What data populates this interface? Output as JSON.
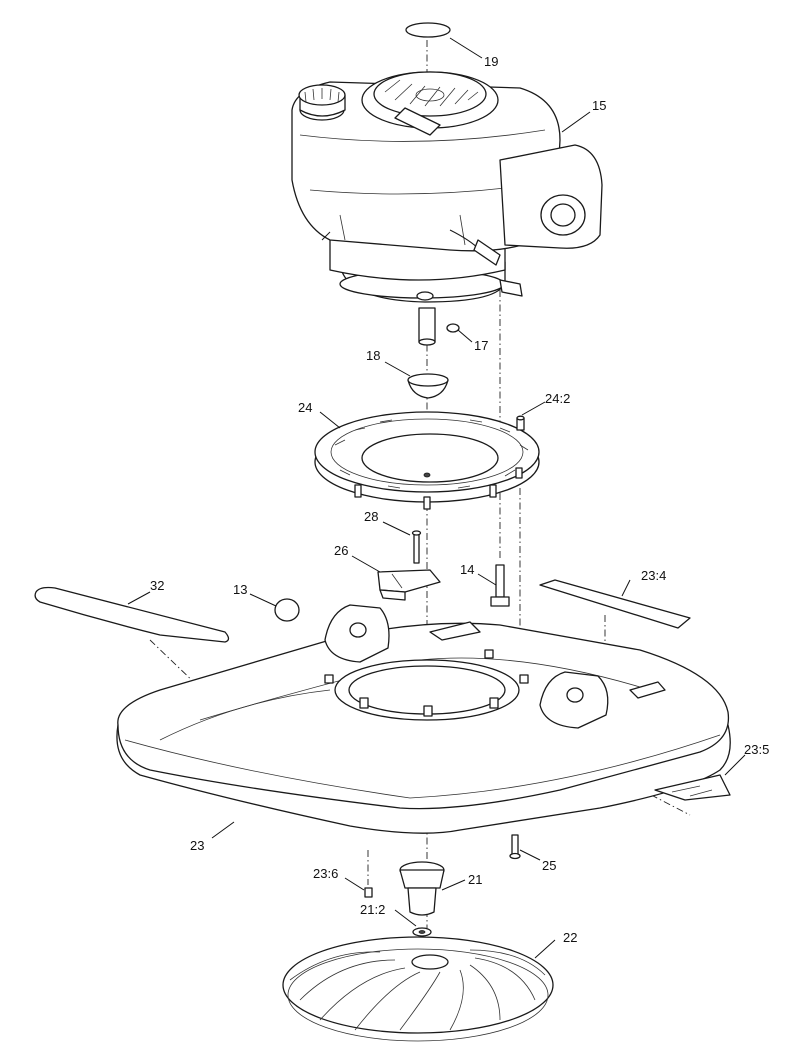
{
  "labels": {
    "p19": "19",
    "p15": "15",
    "p17": "17",
    "p18": "18",
    "p24_2": "24:2",
    "p24": "24",
    "p28": "28",
    "p26": "26",
    "p14": "14",
    "p13": "13",
    "p32": "32",
    "p23_4": "23:4",
    "p23_5": "23:5",
    "p23": "23",
    "p25": "25",
    "p23_6": "23:6",
    "p21": "21",
    "p21_2": "21:2",
    "p22": "22"
  }
}
